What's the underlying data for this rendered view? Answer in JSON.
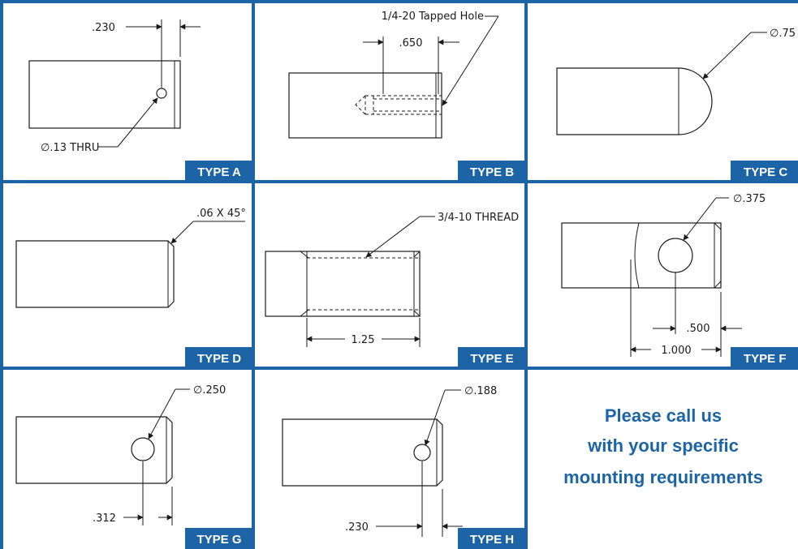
{
  "colors": {
    "accent": "#1c64a6",
    "line": "#1a1a1a",
    "background": "#ffffff"
  },
  "panels": [
    {
      "id": "a",
      "type_label": "TYPE A",
      "labels": {
        "offset": ".230",
        "hole": "∅.13 THRU"
      }
    },
    {
      "id": "b",
      "type_label": "TYPE B",
      "labels": {
        "hole": "1/4-20 Tapped Hole",
        "depth": ".650"
      }
    },
    {
      "id": "c",
      "type_label": "TYPE C",
      "labels": {
        "diameter": "∅.75"
      }
    },
    {
      "id": "d",
      "type_label": "TYPE D",
      "labels": {
        "chamfer": ".06 X 45°"
      }
    },
    {
      "id": "e",
      "type_label": "TYPE E",
      "labels": {
        "thread": "3/4-10 THREAD",
        "length": "1.25"
      }
    },
    {
      "id": "f",
      "type_label": "TYPE F",
      "labels": {
        "diameter": "∅.375",
        "offset": ".500",
        "width": "1.000"
      }
    },
    {
      "id": "g",
      "type_label": "TYPE G",
      "labels": {
        "diameter": "∅.250",
        "offset": ".312"
      }
    },
    {
      "id": "h",
      "type_label": "TYPE H",
      "labels": {
        "diameter": "∅.188",
        "offset": ".230"
      }
    }
  ],
  "cta": {
    "lines": [
      "Please call us",
      "with your specific",
      "mounting requirements"
    ]
  }
}
